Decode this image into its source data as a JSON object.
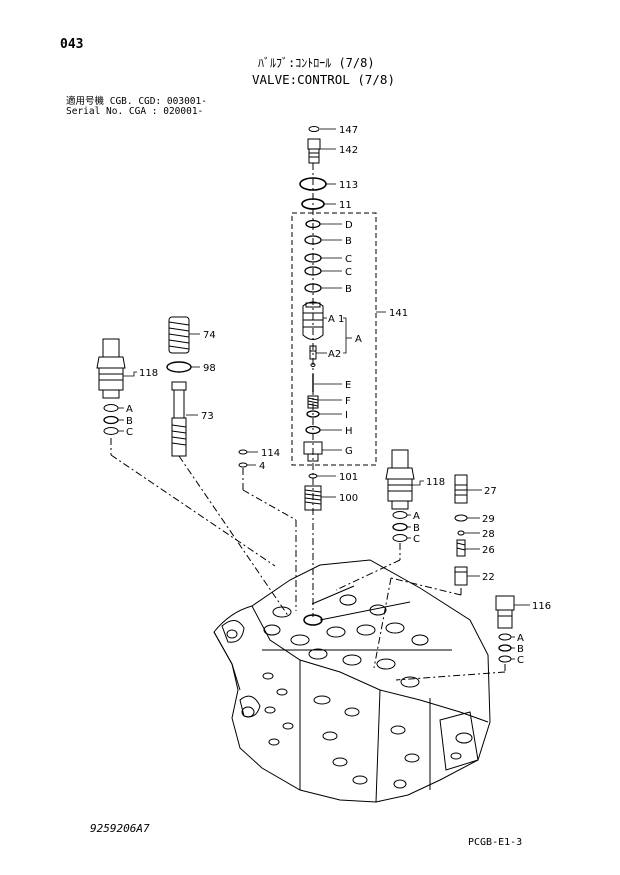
{
  "page_number": "043",
  "title_jp": "ﾊﾞﾙﾌﾞ:ｺﾝﾄﾛｰﾙ (7/8)",
  "title_en": "VALVE:CONTROL (7/8)",
  "applicability": {
    "line1": "適用号機 CGB. CGD: 003001-",
    "line2": "Serial No. CGA    : 020001-"
  },
  "callouts": {
    "c147": "147",
    "c142": "142",
    "c113": "113",
    "c11": "11",
    "cD1": "D",
    "cB1": "B",
    "cC1": "C",
    "cC2": "C",
    "cB2": "B",
    "cA1": "A 1",
    "cA": "A",
    "cA2": "A2",
    "c141": "141",
    "cE": "E",
    "cF": "F",
    "cI": "I",
    "cH": "H",
    "cG": "G",
    "c101": "101",
    "c100": "100",
    "c114": "114",
    "c4": "4",
    "c74": "74",
    "c98": "98",
    "c73": "73",
    "c118L": "118",
    "cAL": "A",
    "cBL": "B",
    "cCL": "C",
    "c118R": "118",
    "cAR": "A",
    "cBR": "B",
    "cCR": "C",
    "c27": "27",
    "c29": "29",
    "c28": "28",
    "c26": "26",
    "c22": "22",
    "c116": "116",
    "cA116": "A",
    "cB116": "B",
    "cC116": "C"
  },
  "drawing_code": "9259206A7",
  "sheet_code": "PCGB-E1-3"
}
